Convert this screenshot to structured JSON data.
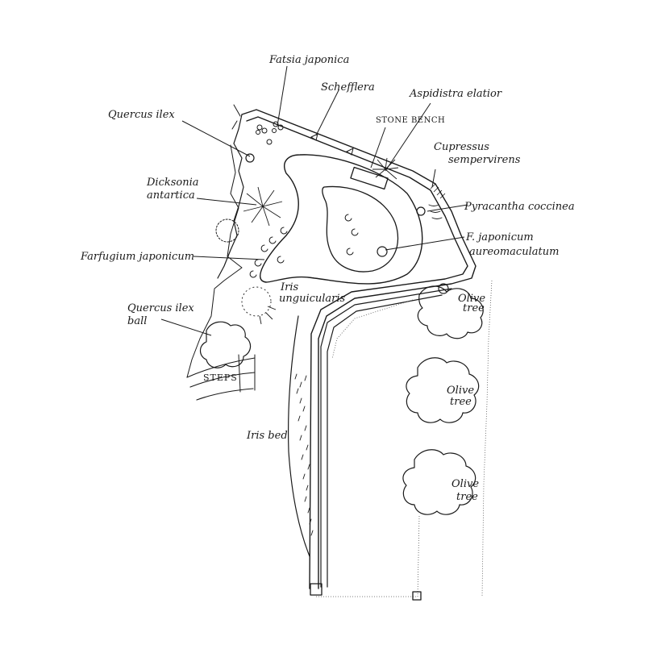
{
  "labels": {
    "fatsia": "Fatsia japonica",
    "schefflera": "Schefflera",
    "aspidistra": "Aspidistra elatior",
    "stone_bench": "STONE BENCH",
    "cupressus_line1": "Cupressus",
    "cupressus_line2": "sempervirens",
    "quercus_ilex": "Quercus ilex",
    "dicksonia_line1": "Dicksonia",
    "dicksonia_line2": "antartica",
    "pyracantha": "Pyracantha coccinea",
    "farfugium": "Farfugium japonicum",
    "f_japonicum_line1": "F. japonicum",
    "f_japonicum_line2": "aureomaculatum",
    "iris_unguicularis_line1": "Iris",
    "iris_unguicularis_line2": "unguicularis",
    "olive_tree_1_line1": "Olive",
    "olive_tree_1_line2": "tree",
    "quercus_ball_line1": "Quercus ilex",
    "quercus_ball_line2": "ball",
    "steps": "STEPS",
    "olive_tree_2_line1": "Olive",
    "olive_tree_2_line2": "tree",
    "iris_bed": "Iris bed",
    "olive_tree_3_line1": "Olive",
    "olive_tree_3_line2": "tree"
  }
}
